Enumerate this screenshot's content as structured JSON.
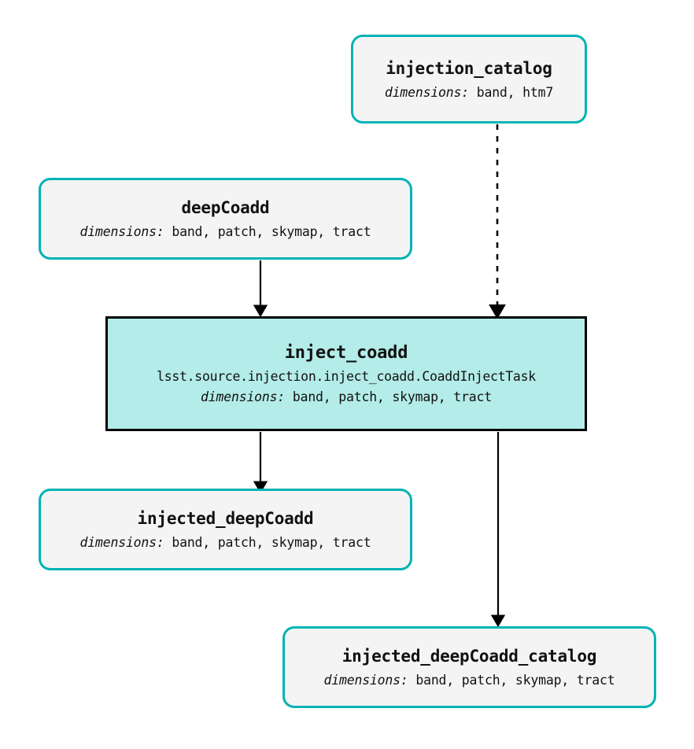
{
  "diagram": {
    "type": "pipeline-graph",
    "background_color": "#ffffff",
    "dataset_fill": "#f4f4f4",
    "dataset_border": "#00b3b5",
    "task_fill": "#b3ece8",
    "task_border": "#000000",
    "edge_color": "#000000",
    "dims_label": "dimensions:"
  },
  "nodes": {
    "injection_catalog": {
      "title": "injection_catalog",
      "dims_label": "dimensions:",
      "dims_value": "band, htm7",
      "kind": "dataset"
    },
    "deep_coadd": {
      "title": "deepCoadd",
      "dims_label": "dimensions:",
      "dims_value": "band, patch, skymap, tract",
      "kind": "dataset"
    },
    "inject_coadd": {
      "title": "inject_coadd",
      "class_path": "lsst.source.injection.inject_coadd.CoaddInjectTask",
      "dims_label": "dimensions:",
      "dims_value": "band, patch, skymap, tract",
      "kind": "task"
    },
    "injected_deep_coadd": {
      "title": "injected_deepCoadd",
      "dims_label": "dimensions:",
      "dims_value": "band, patch, skymap, tract",
      "kind": "dataset"
    },
    "injected_deep_coadd_catalog": {
      "title": "injected_deepCoadd_catalog",
      "dims_label": "dimensions:",
      "dims_value": "band, patch, skymap, tract",
      "kind": "dataset"
    }
  },
  "edges": [
    {
      "from": "injection_catalog",
      "to": "inject_coadd",
      "style": "dashed"
    },
    {
      "from": "deep_coadd",
      "to": "inject_coadd",
      "style": "solid"
    },
    {
      "from": "inject_coadd",
      "to": "injected_deep_coadd",
      "style": "solid"
    },
    {
      "from": "inject_coadd",
      "to": "injected_deep_coadd_catalog",
      "style": "solid"
    }
  ]
}
